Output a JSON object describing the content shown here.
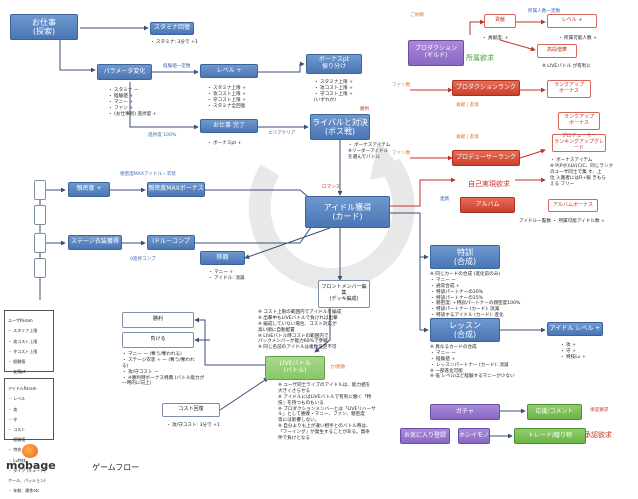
{
  "title": "ゲームフロー",
  "brand": {
    "logo_text": "mobage",
    "badge_icon": "dena-badge-icon"
  },
  "colors": {
    "blue": "#4a76b4",
    "red": "#c9402b",
    "green": "#6bb447",
    "purple": "#8a68c4",
    "line": "#3a4f7a",
    "red_line": "#c3322a"
  },
  "nodes": {
    "quest": "お仕事\n(探索)",
    "stamina_recovery": "スタミナ回復",
    "param_change": "パラメータ変化",
    "level_up": "レベル +",
    "quest_complete": "お仕事 完了",
    "bonus_pt": "ボーナスpt\n振り分け",
    "live_battle_boss": "ライバルと対決\n(ボス戦)",
    "affection_plus": "親密度 +",
    "affection_max_bonus": "親密度MAXボーナス",
    "stage_affection": "ステージ衣装獲得",
    "idol_complete": "Iドルーコンプ",
    "transfer": "移籍",
    "idol_get": "アイドル獲得\n(カード)",
    "front_member": "フロントメンバー編\n集\n(デッキ編成)",
    "win": "勝利",
    "lose": "負ける",
    "cost_recovery": "コスト回復",
    "live_battle": "LIVEバトル\n(バトル)",
    "gacha": "ガチャ",
    "trade": "トレード/贈り物",
    "friend": "お気に入り登録",
    "hosinomi": "ホシイモノ",
    "feed_comment": "応援/コメント",
    "special_training": "特訓\n(合成)",
    "lesson": "レッスン\n(合成)",
    "idol_level": "アイドル レベル +",
    "album": "アルバム",
    "album_bonus": "アルバムボーナス",
    "producer_rank": "プロデューサーランク",
    "production": "プロダクション\n(ギルド)",
    "production_rank": "プロダクションランク",
    "contribution": "貢献",
    "level_plus_right": "レベル +",
    "rank_up_bonus_1": "ランクアップ\nボーナス",
    "rank_up_bonus_2": "ランクアップ\nボーナス",
    "producer_rank_upgrade": "プロデューサー\nランキングアップグレード",
    "production_lb": "高段偕華"
  },
  "notes": {
    "stamina": "・ スタミナ: 3分で +1",
    "param_list": "・ スタミナ ー\n・ 経験値 +\n・ マニー +\n・ ファン +\n・ (お仕事別) 進捗度 +",
    "levelup_list": "・ スタミナ上限 +\n・ 攻コスト上限 +\n・ 守コスト上限 +\n・ スタミナ全回復",
    "bonus_list": "・ スタミナ上限 +\n・ 攻コスト上限 +\n・ 守コスト上限 +\n  (いずれか)",
    "complete_bonus": "・ ボーナスpt +",
    "boss_items": "・ ボーナスアイテム\n※リーダーアイドル\n  を選んでバトル",
    "transfer_list": "・ マニー +\n・ アイドル: 消滅",
    "cost_rule": "※ コスト上限の範囲内でアイドルを編成\n※ 出撃中もLIVEバトルで負ければ出撃\n※ 編成していない場合、コスト対応が\n   高い順に自動配置\n※ LIVEバトル時コストの範囲内で\n   パックメンバーが能力60%で参戦\n※ 同じ名前のアイドルは複数設定不可",
    "result_list": "・ マニー ー (奪う/奪われる)\n・ ステージ衣装 + ー (奪う/奪われ\n   る)\n・ 攻/守コスト ー\n・ ※勝利時ボーナス特典 (バトル能力が\n   一時的に向上)",
    "cost_rule2": "・ 攻/守コスト: 3分で +1",
    "battle_rule": "※ ユーザ同士ライブのアイドルは、能力値を\n   大きくさらせる\n※ アイドルにはLIVEバトルで有利に働く「特\n   技」を持つものもいる\n※ プロダクションメンバーとは「LIVEリハーサ\n   ル」として勝敗・マニー、ファン、親密度\n   等には影響しない。\n※ 自分よりも上が違い相手とのバトル時は、\n   「フーイング」が発生することがある。無条\n   件で負けとなる",
    "special_list": "※ 同じカードの合成 (進化前のみ)\n・ マニー ー\n・ 通常合成 +\n・ 特訓パートナーの30%\n・ 特訓パートナーの15%\n・ 親密度: +特訓パートナーの親密度100%\n・ 特訓パートナー (カード): 消滅\n・ 特訓するアイドル (カード): 進化",
    "lesson_list": "※ 異なるカードの合成\n・ マニー ー\n・ 経験値 +\n・ レッスンパートナー (カード): 消滅\n※ 一部進化可能\n※ 低 レベルほど経験するマニーが少ない",
    "idol_level_list": "・ 攻 +\n・ 守 +\n・ 特技Lv +",
    "producer_bonus": "・ ボーナスアイテム\n※ P(Pホ)\\LV(C/C、同じランク\n   のユーザ同士で集 す、上\n   位 入賞者にはR+報 きもら\n   える フリー",
    "album_note": "アイドル一覧数 ・ 所属可能アイドル数 +",
    "contribution_note": "・ 貢献度: +",
    "level_right_note": "・ 所属可能人数 +",
    "production_note": "※ LIVEバトル が有利に",
    "feed_note": "・ 友情pt +"
  },
  "labels": {
    "param_change_arrow": "経験値一定数",
    "progress_100": "進捗度 100%",
    "stamina_recover_arrow": "",
    "area_clear": "エリアクリア",
    "victory": "勝利",
    "affection_max": "親密度MAXアイドル・衣装",
    "zero_bonus": "0進捗コンプ",
    "romance": "ロマンス",
    "fan_count_1": "ファン数",
    "fan_count_2": "ファン数",
    "win_lose": "力/勝敗",
    "win_1": "勝",
    "join": "参加",
    "level_const": "所属人数一定数",
    "contrib": "貢献 / 友情",
    "contrib2": "貢献 / 友情",
    "cooperation": "連携",
    "request": "ご依頼",
    "request2": "承認要求",
    "self_demand": "自己実現欲求",
    "approval": "承認欲求",
    "belonging": "所属欲求"
  },
  "legend_user": {
    "title": "ユーザParam",
    "items": [
      "・ スタミナ上限",
      "・ 攻コスト上限",
      "・ 守コスト上限",
      "・ 経験値",
      "・ 友情pt",
      "・ ファン",
      "・ マニー",
      "・ 所属可能アイドル数",
      "・ 親密度",
      "・ ランク"
    ]
  },
  "legend_idol": {
    "title": "アイドルParam",
    "items": [
      "・ レベル",
      "・ 攻",
      "・ 守",
      "・ コスト",
      "・ 経験値",
      "・ 特技",
      "・ Lv特技",
      "・ タイプ (キュート、",
      "   クール、パッション)",
      "・ 年齢、属性etc"
    ]
  }
}
